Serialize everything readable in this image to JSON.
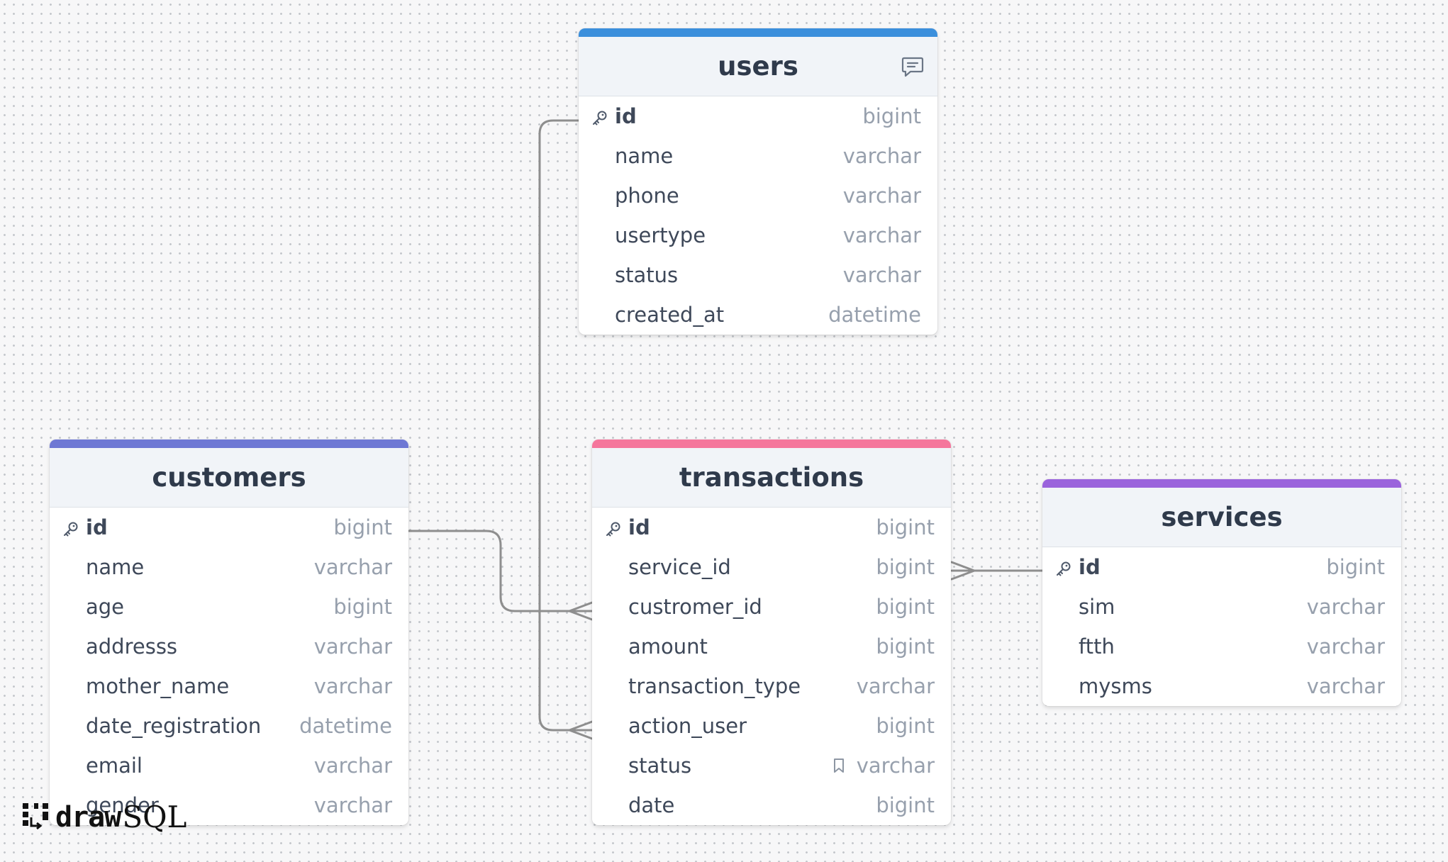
{
  "tables": {
    "users": {
      "name": "users",
      "accent": "#3b8fdc",
      "has_comment_icon": true,
      "rows": [
        {
          "name": "id",
          "type": "bigint",
          "pk": true
        },
        {
          "name": "name",
          "type": "varchar"
        },
        {
          "name": "phone",
          "type": "varchar"
        },
        {
          "name": "usertype",
          "type": "varchar"
        },
        {
          "name": "status",
          "type": "varchar"
        },
        {
          "name": "created_at",
          "type": "datetime"
        }
      ]
    },
    "customers": {
      "name": "customers",
      "accent": "#6e78d4",
      "rows": [
        {
          "name": "id",
          "type": "bigint",
          "pk": true
        },
        {
          "name": "name",
          "type": "varchar"
        },
        {
          "name": "age",
          "type": "bigint"
        },
        {
          "name": "addresss",
          "type": "varchar"
        },
        {
          "name": "mother_name",
          "type": "varchar"
        },
        {
          "name": "date_registration",
          "type": "datetime"
        },
        {
          "name": "email",
          "type": "varchar"
        },
        {
          "name": "gender",
          "type": "varchar"
        }
      ]
    },
    "transactions": {
      "name": "transactions",
      "accent": "#f5769c",
      "rows": [
        {
          "name": "id",
          "type": "bigint",
          "pk": true
        },
        {
          "name": "service_id",
          "type": "bigint"
        },
        {
          "name": "custromer_id",
          "type": "bigint"
        },
        {
          "name": "amount",
          "type": "bigint"
        },
        {
          "name": "transaction_type",
          "type": "varchar"
        },
        {
          "name": "action_user",
          "type": "bigint"
        },
        {
          "name": "status",
          "type": "varchar",
          "note_icon": true
        },
        {
          "name": "date",
          "type": "bigint"
        }
      ]
    },
    "services": {
      "name": "services",
      "accent": "#9a63dc",
      "rows": [
        {
          "name": "id",
          "type": "bigint",
          "pk": true
        },
        {
          "name": "sim",
          "type": "varchar"
        },
        {
          "name": "ftth",
          "type": "varchar"
        },
        {
          "name": "mysms",
          "type": "varchar"
        }
      ]
    }
  },
  "relationships": [
    {
      "from": "users.id",
      "to": "transactions.action_user",
      "to_cardinality": "many"
    },
    {
      "from": "customers.id",
      "to": "transactions.custromer_id",
      "to_cardinality": "many"
    },
    {
      "from": "services.id",
      "to": "transactions.service_id",
      "to_cardinality": "many"
    }
  ],
  "logo": {
    "bold": "draw",
    "light": "SQL"
  },
  "colors": {
    "link": "#8e8e8e",
    "canvas": "#f7f7f8",
    "dot": "#c4c7cc"
  }
}
